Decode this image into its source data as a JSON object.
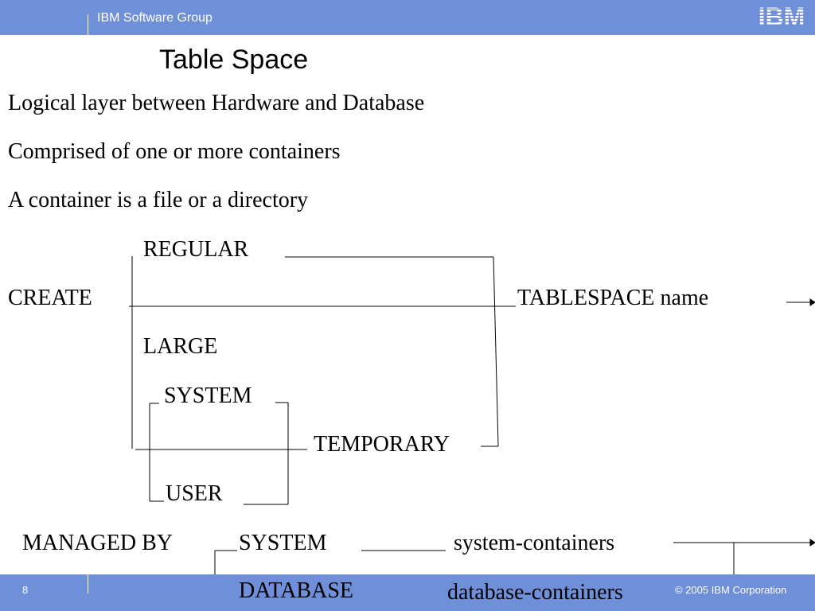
{
  "header": {
    "group_name": "IBM Software Group",
    "logo_text": "IBM",
    "brand_color": "#6f8fd9"
  },
  "slide": {
    "title": "Table Space",
    "bullets": [
      "Logical layer between Hardware and Database",
      "Comprised of one or more containers",
      "A container is a file or a directory"
    ]
  },
  "syntax": {
    "create": "CREATE",
    "regular": "REGULAR",
    "large": "LARGE",
    "tablespace_name": "TABLESPACE  name",
    "system": "SYSTEM",
    "temporary": "TEMPORARY",
    "user": "USER",
    "managed_by": "MANAGED BY",
    "system2": "SYSTEM",
    "system_containers": "system-containers",
    "database": "DATABASE",
    "database_containers": "database-containers"
  },
  "footer": {
    "page_number": "8",
    "copyright": "© 2005 IBM Corporation"
  }
}
